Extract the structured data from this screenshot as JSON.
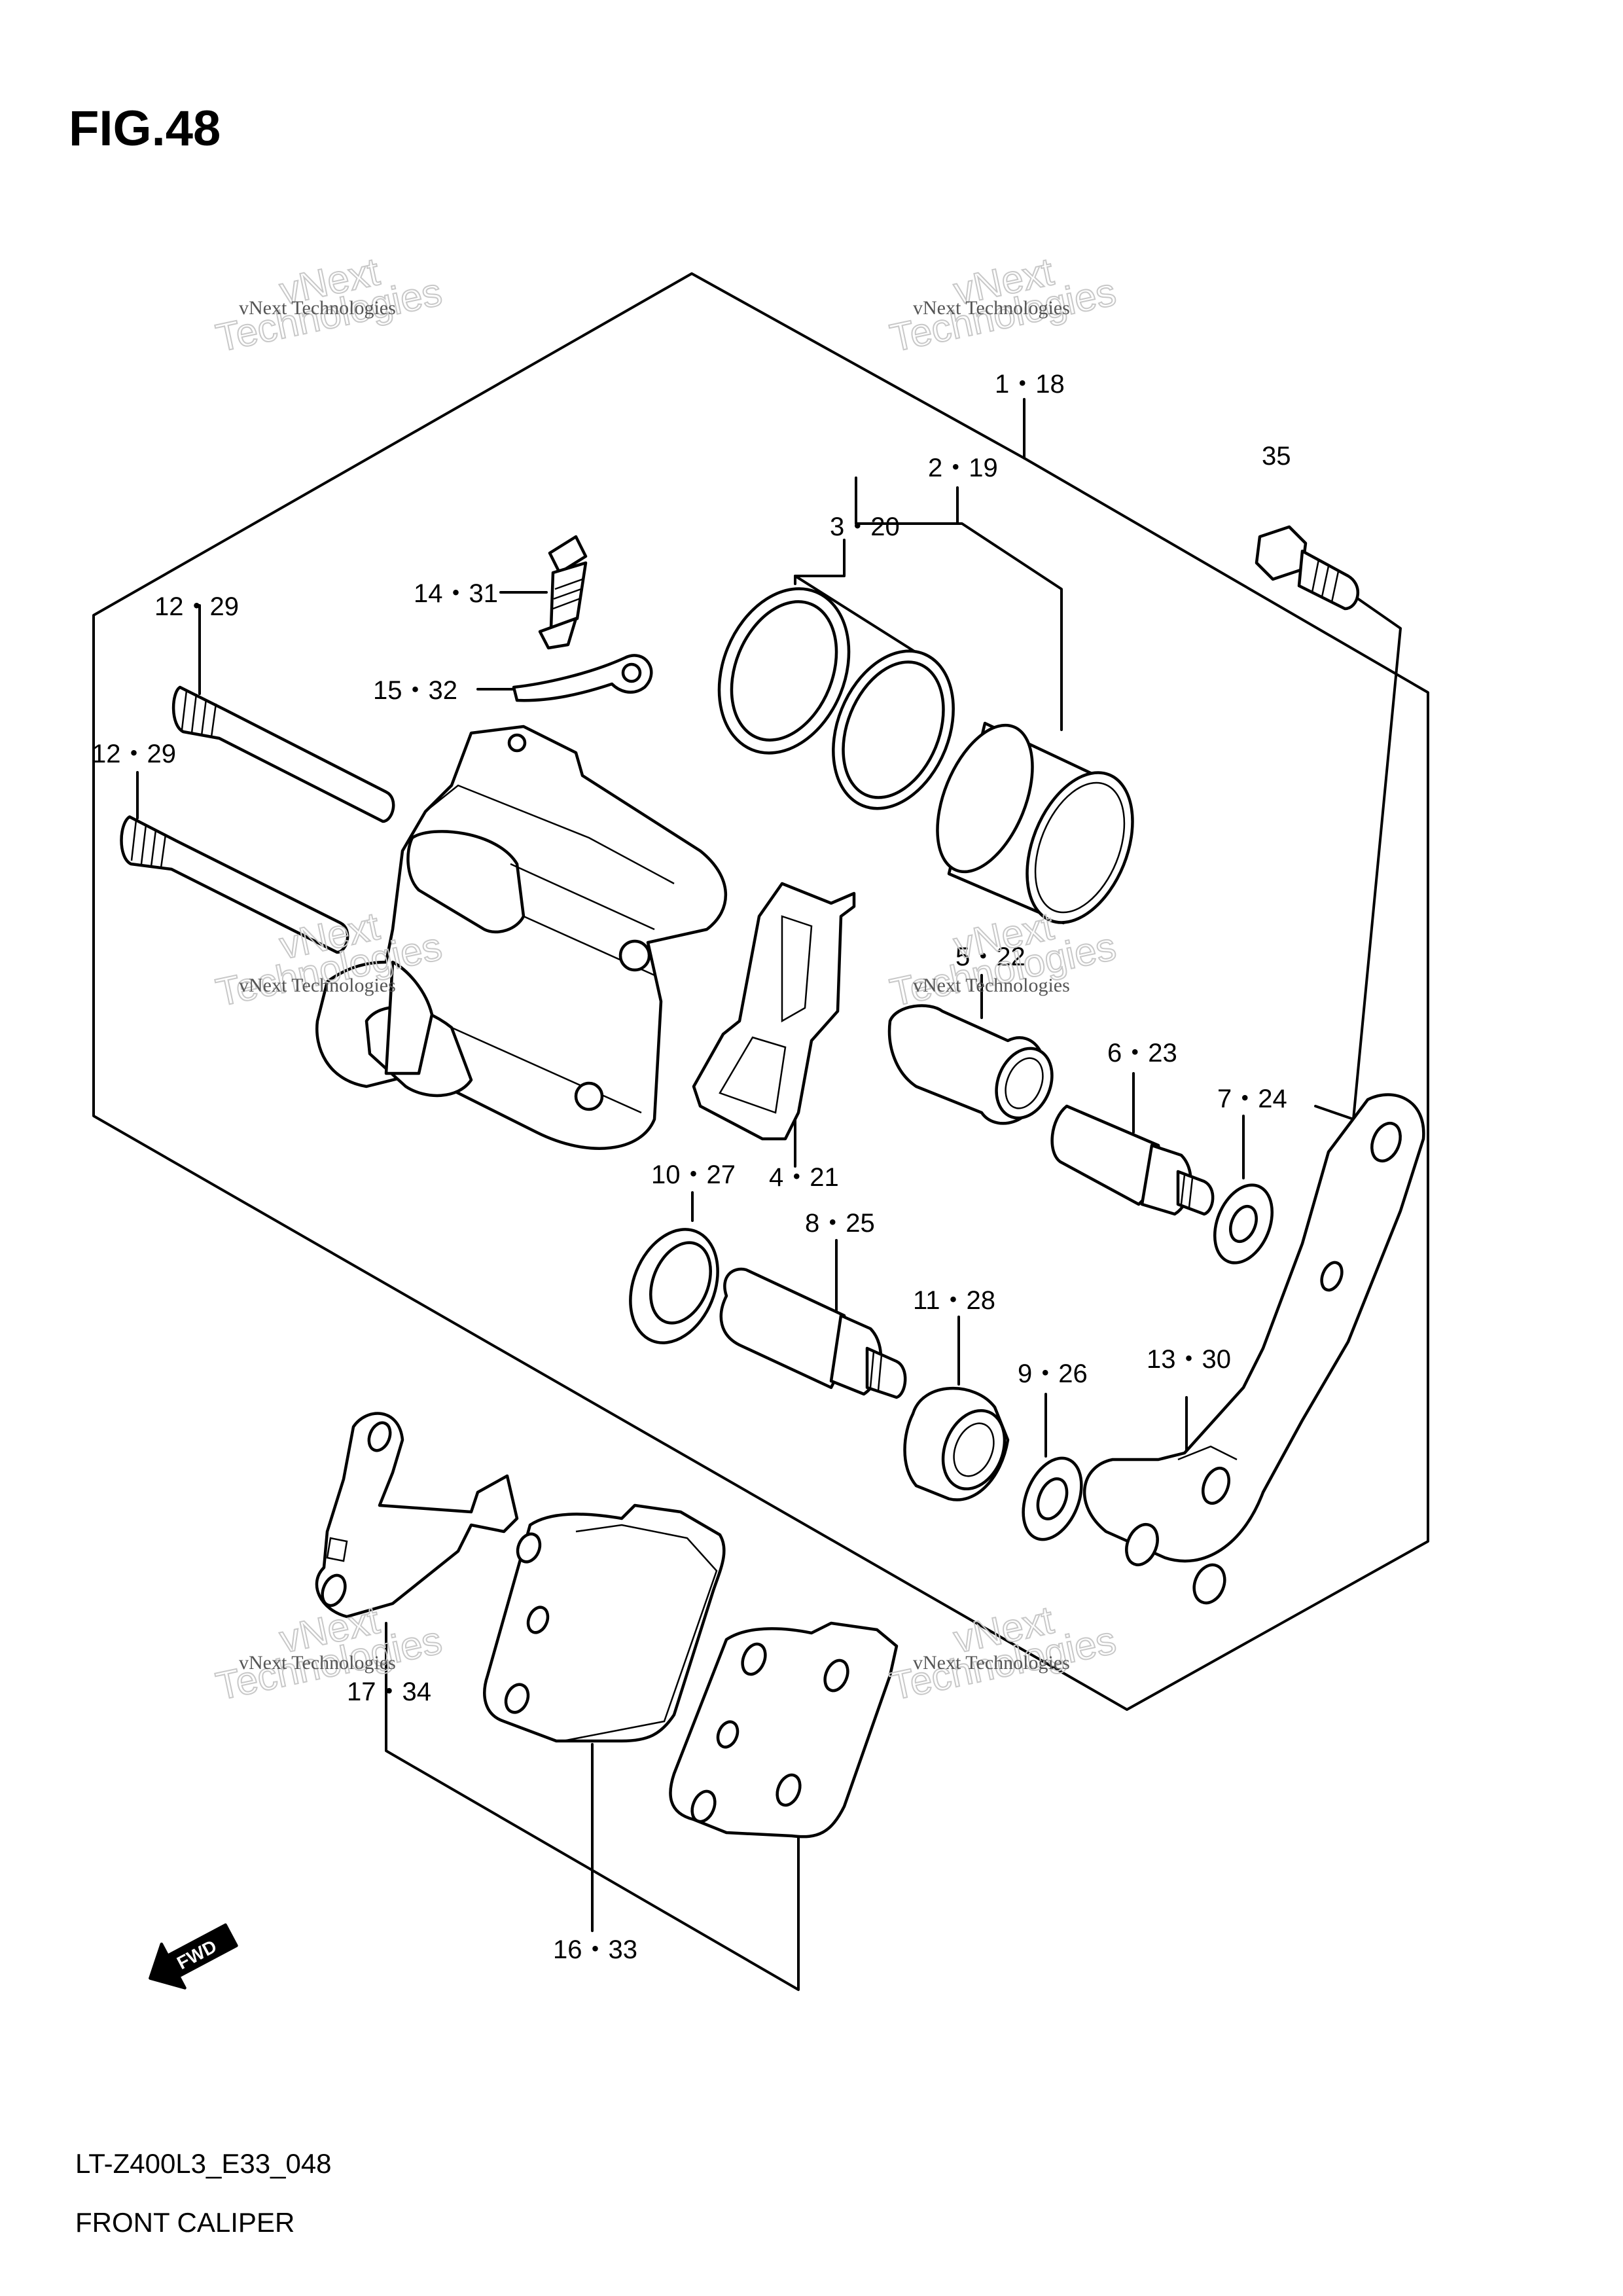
{
  "figure": {
    "title": "FIG.48",
    "model_code": "LT-Z400L3_E33_048",
    "caption": "FRONT CALIPER"
  },
  "direction_badge": "FWD",
  "watermark": {
    "line1": "vNext Technologies",
    "line2a": "vNext",
    "line2b": "Technologies"
  },
  "callouts": [
    {
      "id": "1",
      "label": "1・18"
    },
    {
      "id": "2",
      "label": "2・19"
    },
    {
      "id": "3",
      "label": "3・20"
    },
    {
      "id": "35",
      "label": "35"
    },
    {
      "id": "14",
      "label": "14・31"
    },
    {
      "id": "12a",
      "label": "12・29"
    },
    {
      "id": "15",
      "label": "15・32"
    },
    {
      "id": "12b",
      "label": "12・29"
    },
    {
      "id": "5",
      "label": "5・22"
    },
    {
      "id": "6",
      "label": "6・23"
    },
    {
      "id": "7",
      "label": "7・24"
    },
    {
      "id": "10",
      "label": "10・27"
    },
    {
      "id": "4",
      "label": "4・21"
    },
    {
      "id": "8",
      "label": "8・25"
    },
    {
      "id": "11",
      "label": "11・28"
    },
    {
      "id": "9",
      "label": "9・26"
    },
    {
      "id": "13",
      "label": "13・30"
    },
    {
      "id": "17",
      "label": "17・34"
    },
    {
      "id": "16",
      "label": "16・33"
    }
  ]
}
